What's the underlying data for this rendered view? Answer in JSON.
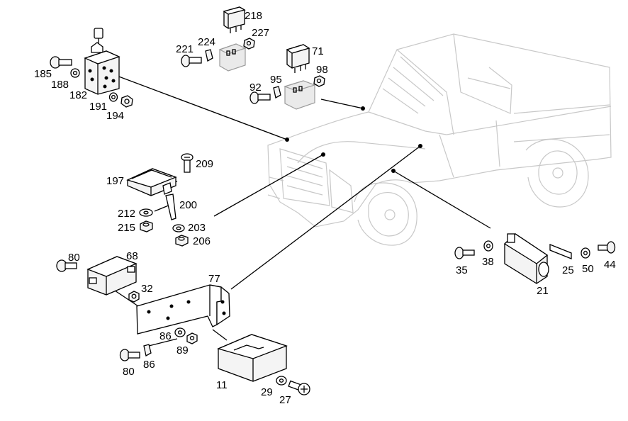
{
  "callouts": {
    "c218": "218",
    "c227": "227",
    "c224": "224",
    "c221": "221",
    "c71": "71",
    "c98": "98",
    "c95": "95",
    "c92": "92",
    "c185": "185",
    "c188": "188",
    "c182": "182",
    "c191": "191",
    "c194": "194",
    "c209": "209",
    "c197": "197",
    "c200": "200",
    "c212": "212",
    "c215": "215",
    "c203": "203",
    "c206": "206",
    "c80a": "80",
    "c68": "68",
    "c32": "32",
    "c77": "77",
    "c86a": "86",
    "c89": "89",
    "c80b": "80",
    "c86b": "86",
    "c11": "11",
    "c29": "29",
    "c27": "27",
    "c35": "35",
    "c38": "38",
    "c25": "25",
    "c50": "50",
    "c44": "44",
    "c21": "21"
  }
}
